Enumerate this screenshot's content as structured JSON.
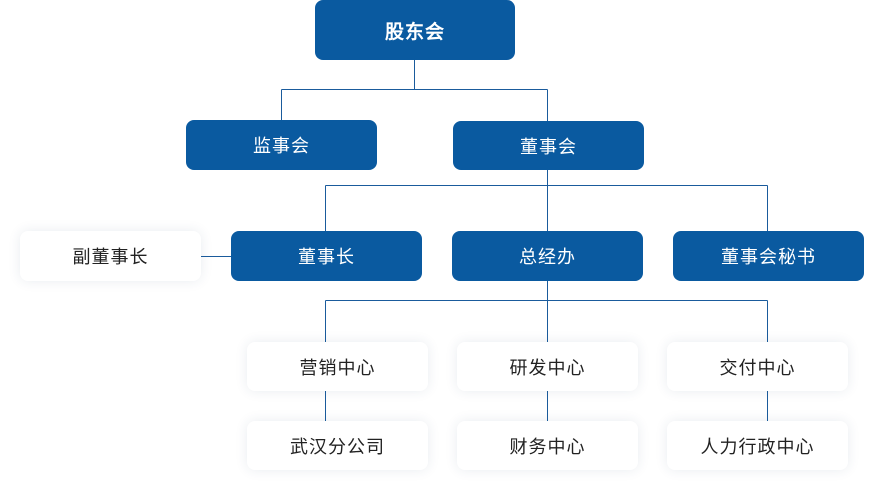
{
  "colors": {
    "primary_fill": "#0a5aa0",
    "connector": "#1a5b9c",
    "secondary_fill": "#ffffff",
    "secondary_text": "#222222",
    "primary_text": "#ffffff"
  },
  "nodes": {
    "shareholders": "股东会",
    "supervisory_board": "监事会",
    "board_of_directors": "董事会",
    "vice_chairman": "副董事长",
    "chairman": "董事长",
    "general_office": "总经办",
    "board_secretary": "董事会秘书",
    "marketing_center": "营销中心",
    "rd_center": "研发中心",
    "delivery_center": "交付中心",
    "wuhan_branch": "武汉分公司",
    "finance_center": "财务中心",
    "hr_admin_center": "人力行政中心"
  }
}
